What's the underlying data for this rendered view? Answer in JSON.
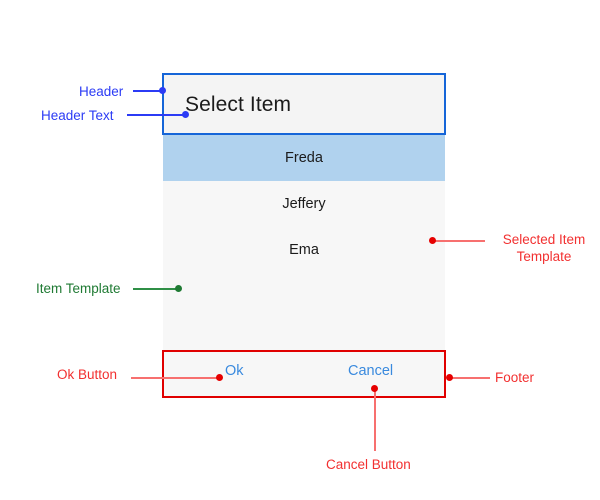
{
  "dialog": {
    "title": "Select Item",
    "items": [
      {
        "label": "Freda",
        "selected": true
      },
      {
        "label": "Jeffery",
        "selected": false
      },
      {
        "label": "Ema",
        "selected": false
      }
    ],
    "footer": {
      "ok_label": "Ok",
      "cancel_label": "Cancel"
    }
  },
  "annotations": {
    "header": "Header",
    "header_text": "Header Text",
    "item_template": "Item Template",
    "selected_item_template": "Selected Item Template",
    "ok_button": "Ok Button",
    "cancel_button": "Cancel Button",
    "footer": "Footer"
  },
  "colors": {
    "annotation_blue": "#2b3bf5",
    "annotation_red": "#f23030",
    "annotation_green": "#1f7a33",
    "header_outline": "#1565d8",
    "footer_outline": "#e00000",
    "selected_row": "#b0d2ee",
    "dialog_background": "#f7f7f7",
    "button_text": "#3a8ade"
  }
}
